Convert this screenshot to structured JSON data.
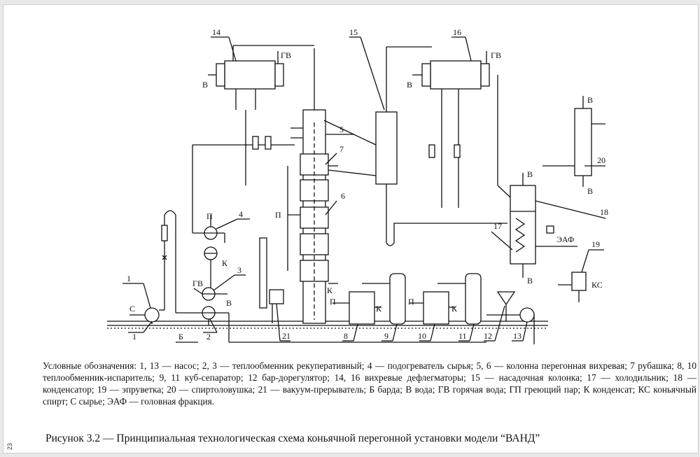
{
  "equipment_numbers": [
    "1",
    "2",
    "3",
    "4",
    "5",
    "6",
    "7",
    "8",
    "9",
    "10",
    "11",
    "12",
    "13",
    "14",
    "15",
    "16",
    "17",
    "18",
    "19",
    "20",
    "21"
  ],
  "stream_labels": {
    "s": "С",
    "b": "Б",
    "v": "В",
    "gv": "ГВ",
    "p": "П",
    "k": "К",
    "eaf": "ЭАФ",
    "ks": "КС"
  },
  "legend_text": "Условные обозначения: 1, 13 — насос; 2, 3 — теплообменник рекуперативный; 4 — подогреватель сырья; 5, 6 — колонна перегонная вихревая; 7 рубашка; 8, 10 теплообменник-испаритель; 9, 11 куб-сепаратор; 12 бар-дорегулятор; 14, 16 вихревые дефлегматоры; 15 — насадочная колонка; 17 — холодильник; 18 — конденсатор; 19 — эпруветка; 20 — спиртоловушка; 21 — вакуум-прерыватель; Б барда; В вода; ГВ горячая вода; ГП греющий пар; К конденсат; КС коньячный спирт; С сырье; ЭАФ — головная фракция.",
  "caption": "Рисунок 3.2 — Принципиальная технологическая схема коньячной перегонной установки модели “ВАНД”",
  "page_number": "23"
}
